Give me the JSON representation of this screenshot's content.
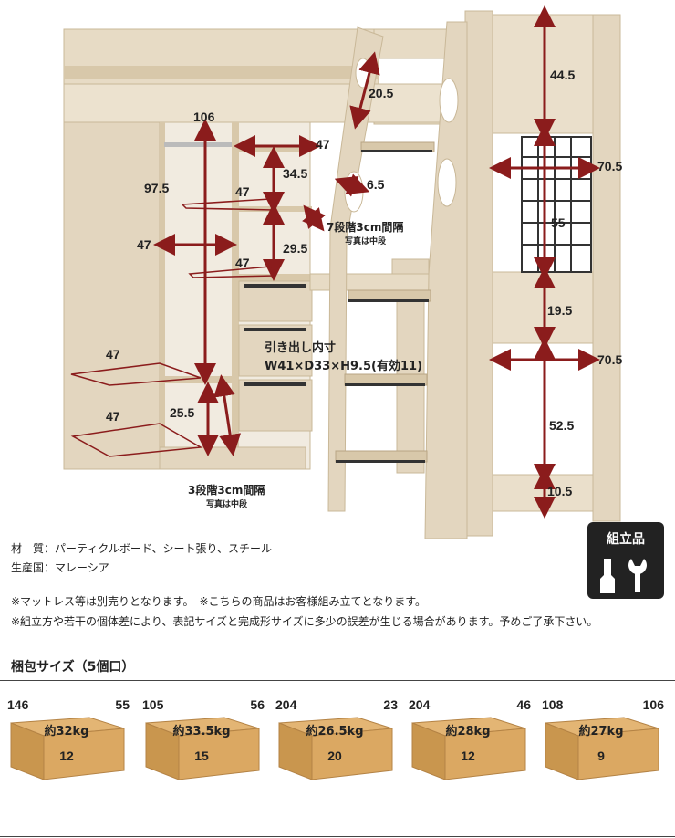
{
  "figure": {
    "dimensions": [
      {
        "id": "top-ladder",
        "text": "20.5"
      },
      {
        "id": "top-right",
        "text": "44.5"
      },
      {
        "id": "cabinet-width",
        "text": "106"
      },
      {
        "id": "shelf-width",
        "text": "47"
      },
      {
        "id": "shelf-h1",
        "text": "34.5"
      },
      {
        "id": "hang-height",
        "text": "97.5"
      },
      {
        "id": "shelf-depth-1",
        "text": "47"
      },
      {
        "id": "step-gap",
        "text": "6.5"
      },
      {
        "id": "wardrobe-width",
        "text": "47"
      },
      {
        "id": "shelf-h2",
        "text": "29.5"
      },
      {
        "id": "shelf-depth-2",
        "text": "47"
      },
      {
        "id": "desk-width",
        "text": "70.5"
      },
      {
        "id": "panel-55",
        "text": "55"
      },
      {
        "id": "panel-19",
        "text": "19.5"
      },
      {
        "id": "lower-width",
        "text": "70.5"
      },
      {
        "id": "lower-left-47",
        "text": "47"
      },
      {
        "id": "lower-h",
        "text": "25.5"
      },
      {
        "id": "bottom-left-47",
        "text": "47"
      },
      {
        "id": "leg-52",
        "text": "52.5"
      },
      {
        "id": "leg-10",
        "text": "10.5"
      }
    ],
    "notes": {
      "steps7_main": "7段階3cm間隔",
      "steps7_sub": "写真は中段",
      "drawer_title": "引き出し内寸",
      "drawer_dims": "W41×D33×H9.5(有効11)",
      "steps3_main": "3段階3cm間隔",
      "steps3_sub": "写真は中段"
    }
  },
  "specs": {
    "material": "材　質：パーティクルボード、シート張り、スチール",
    "origin": "生産国：マレーシア"
  },
  "assembly_badge": {
    "label": "組立品",
    "icon": "tools-icon"
  },
  "warnings": [
    "※マットレス等は別売りとなります。　※こちらの商品はお客様組み立てとなります。",
    "※組立方や若干の個体差により、表記サイズと完成形サイズに多少の誤差が生じる場合があります。予めご了承下さい。"
  ],
  "packaging": {
    "title": "梱包サイズ（5個口）",
    "boxes": [
      {
        "w": "146",
        "d": "55",
        "weight": "約32kg",
        "h": "12"
      },
      {
        "w": "105",
        "d": "56",
        "weight": "約33.5kg",
        "h": "15"
      },
      {
        "w": "204",
        "d": "23",
        "weight": "約26.5kg",
        "h": "20"
      },
      {
        "w": "204",
        "d": "46",
        "weight": "約28kg",
        "h": "12"
      },
      {
        "w": "108",
        "d": "106",
        "weight": "約27kg",
        "h": "9"
      }
    ]
  },
  "colors": {
    "wood": "#e3d6bf",
    "wood_dark": "#cdbb9b",
    "arrow": "#8b1c1c",
    "box": "#d9a860"
  }
}
